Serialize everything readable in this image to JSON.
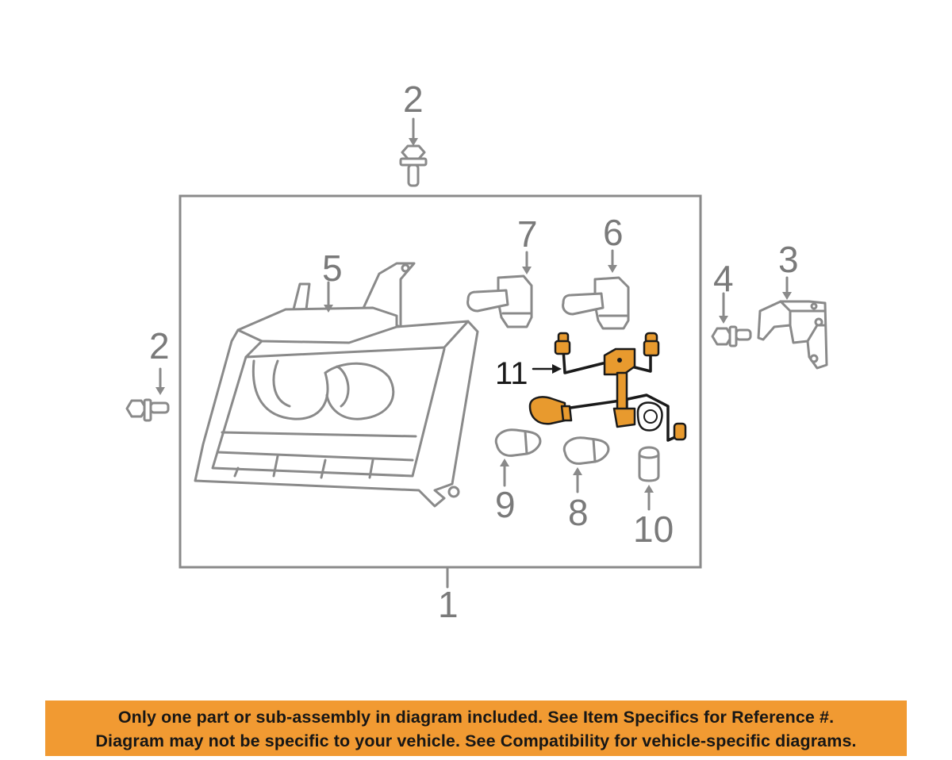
{
  "callouts": {
    "c1": "1",
    "c2_top": "2",
    "c2_left": "2",
    "c3": "3",
    "c4": "4",
    "c5": "5",
    "c6": "6",
    "c7": "7",
    "c8": "8",
    "c9": "9",
    "c10": "10",
    "c11": "11"
  },
  "colors": {
    "highlight": "#e89a2e",
    "banner": "#f19a32",
    "linework": "#8a8a8a"
  },
  "banner": {
    "line1": "Only one part or sub-assembly in diagram included. See Item Specifics for Reference #.",
    "line2": "Diagram may not be specific to your vehicle. See Compatibility for vehicle-specific diagrams."
  }
}
